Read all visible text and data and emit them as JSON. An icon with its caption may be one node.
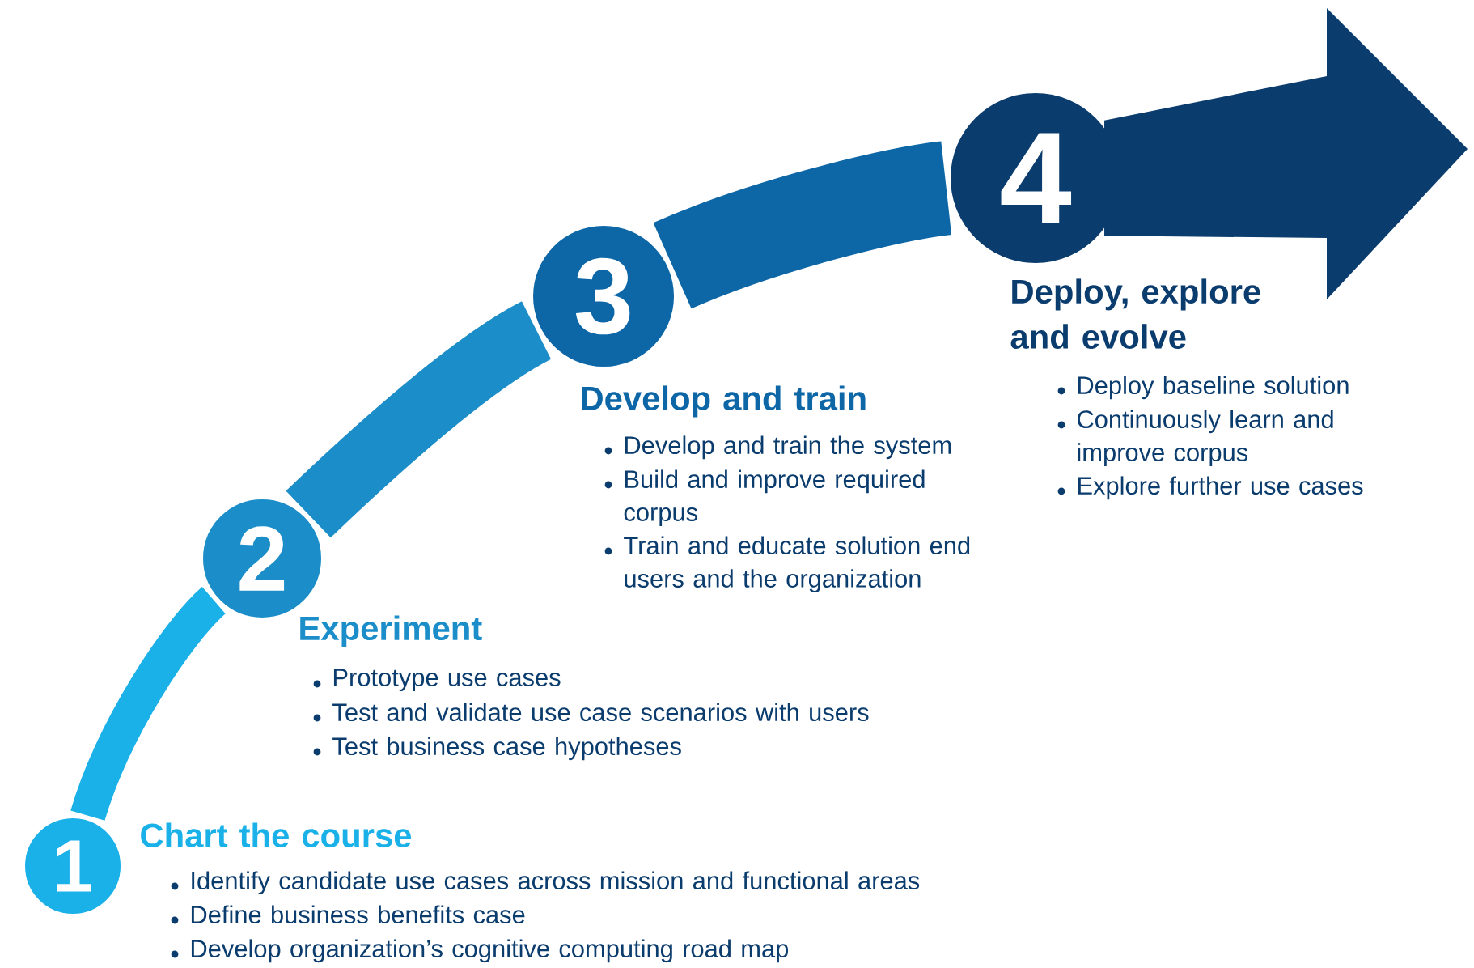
{
  "diagram": {
    "nodes": [
      {
        "text": [
          "1",
          "Chart the course",
          "Identify candidate use cases across mission and functional areas",
          "Define business benefits case",
          "Develop organization’s cognitive computing road map"
        ]
      },
      {
        "text": [
          "2",
          "Experiment",
          "Prototype use cases",
          "Test and validate use case scenarios with users",
          "Test business case hypotheses"
        ]
      },
      {
        "text": [
          "3",
          "Develop and train",
          "Develop and train the system",
          "Build and improve required corpus",
          "Train and educate solution end users and the organization"
        ]
      },
      {
        "text": [
          "4",
          "Deploy, explore and evolve",
          "Deploy baseline solution",
          "Continuously learn and improve corpus",
          "Explore further use cases"
        ]
      }
    ],
    "edges": [
      {
        "from": 0,
        "to": 1,
        "arrow": "none",
        "color": "#1ab0e8"
      },
      {
        "from": 1,
        "to": 2,
        "arrow": "none",
        "color": "#1b8ec9"
      },
      {
        "from": 2,
        "to": 3,
        "arrow": "none",
        "color": "#0d67a7"
      },
      {
        "from": 3,
        "to": null,
        "arrow": "to",
        "style": "thick",
        "color": "#0b3c6e"
      }
    ]
  }
}
